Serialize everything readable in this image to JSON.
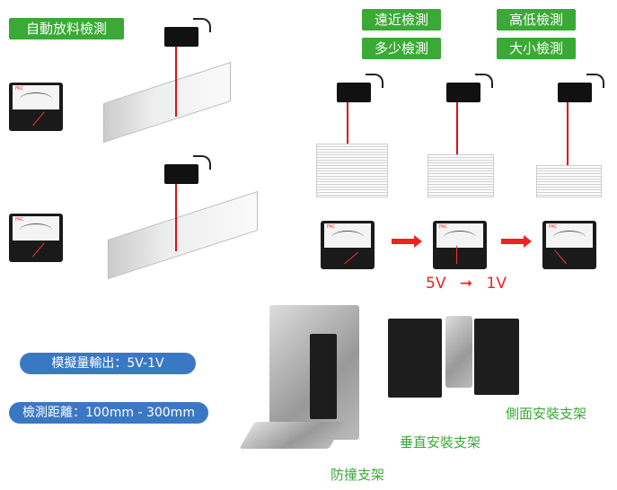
{
  "labels": {
    "auto_feed": "自動放料檢測",
    "distance": "遠近檢測",
    "quantity": "多少檢測",
    "height": "高低檢測",
    "size": "大小檢測"
  },
  "meter_brand": "FAC",
  "voltage": {
    "from": "5V",
    "arrow": "➞",
    "to": "1V"
  },
  "pills": {
    "analog_output": "模擬量輸出：5V-1V",
    "detection_range": "檢測距離：100mm - 300mm"
  },
  "brackets": {
    "anti_collision": "防撞支架",
    "vertical": "垂直安裝支架",
    "side": "側面安裝支架"
  },
  "colors": {
    "green": "#3aa935",
    "blue": "#3b78c4",
    "red": "#e22222"
  }
}
